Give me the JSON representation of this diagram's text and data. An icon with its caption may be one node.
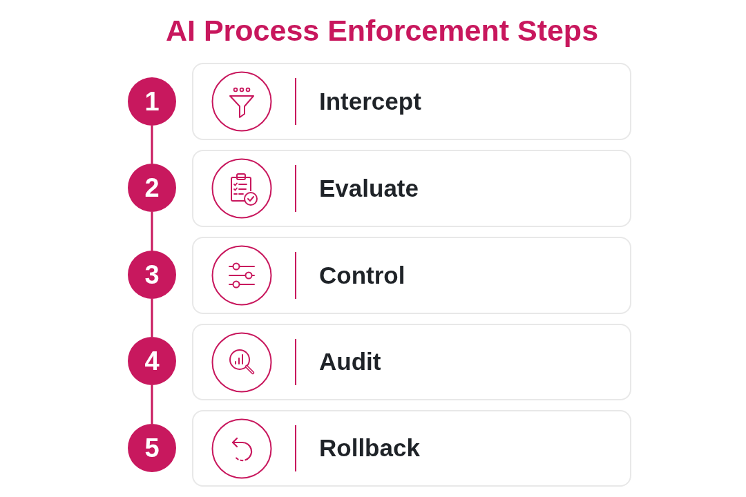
{
  "diagram": {
    "title": "AI Process Enforcement Steps",
    "nodes": [
      {
        "text": [
          "1"
        ]
      },
      {
        "text": [
          "Intercept"
        ]
      },
      {
        "text": [
          "2"
        ]
      },
      {
        "text": [
          "Evaluate"
        ]
      },
      {
        "text": [
          "3"
        ]
      },
      {
        "text": [
          "Control"
        ]
      },
      {
        "text": [
          "4"
        ]
      },
      {
        "text": [
          "Audit"
        ]
      },
      {
        "text": [
          "5"
        ]
      },
      {
        "text": [
          "Rollback"
        ]
      }
    ],
    "edges": [
      {
        "from": 0,
        "to": 2,
        "arrow": "none"
      },
      {
        "from": 2,
        "to": 4,
        "arrow": "none"
      },
      {
        "from": 4,
        "to": 6,
        "arrow": "none"
      },
      {
        "from": 6,
        "to": 8,
        "arrow": "none"
      }
    ]
  }
}
